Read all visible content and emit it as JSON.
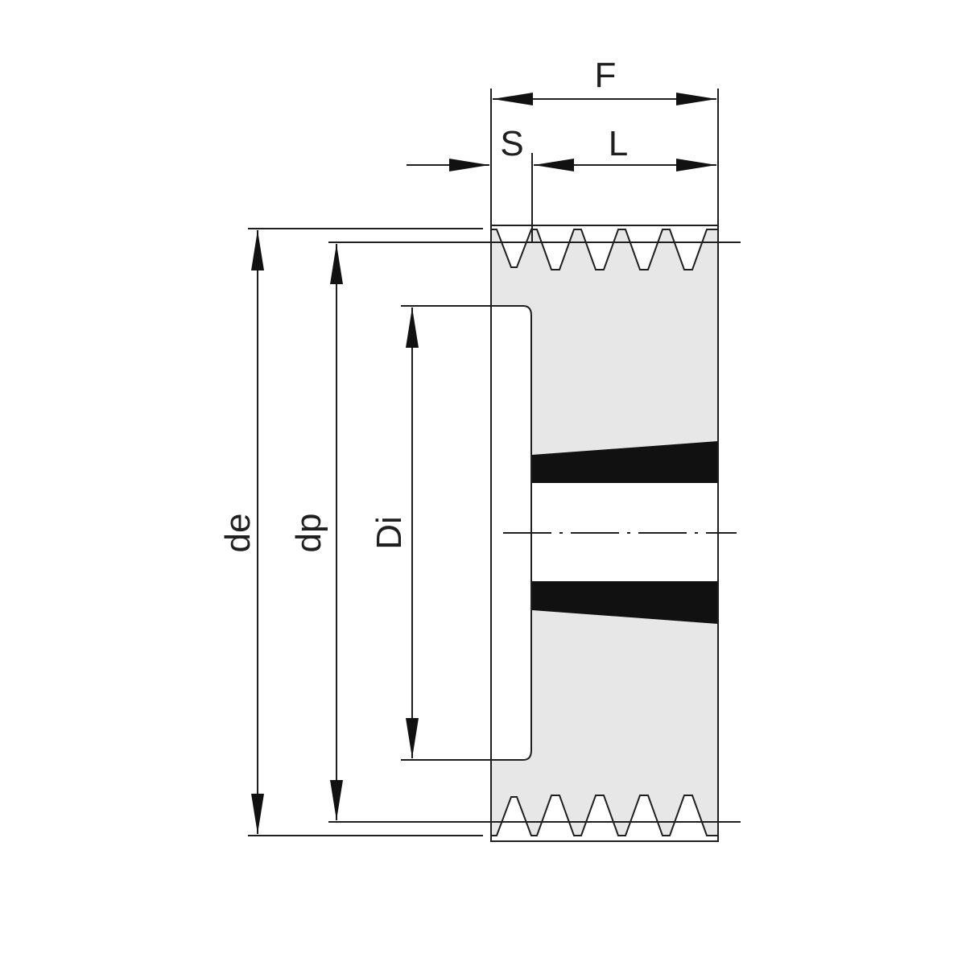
{
  "labels": {
    "F": "F",
    "S": "S",
    "L": "L",
    "de": "de",
    "dp": "dp",
    "Di": "Di"
  },
  "colors": {
    "ink": "#1f1f1f",
    "body_fill": "#e7e7e7",
    "keyway": "#111111",
    "background": "#ffffff"
  }
}
